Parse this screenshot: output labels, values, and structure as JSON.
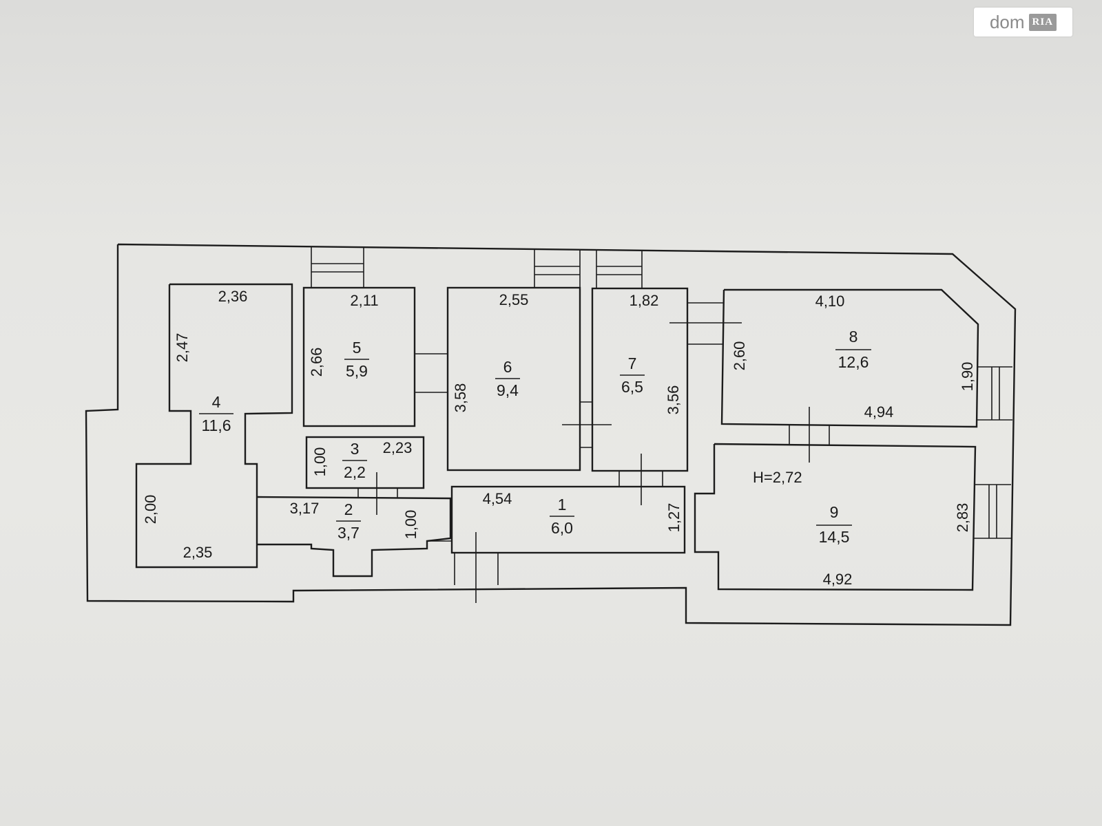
{
  "watermark": {
    "brand": "dom",
    "badge": "RIA"
  },
  "height_label": "H=2,72",
  "rooms": [
    {
      "id": "1",
      "number": "1",
      "area": "6,0"
    },
    {
      "id": "2",
      "number": "2",
      "area": "3,7"
    },
    {
      "id": "3",
      "number": "3",
      "area": "2,2"
    },
    {
      "id": "4",
      "number": "4",
      "area": "11,6"
    },
    {
      "id": "5",
      "number": "5",
      "area": "5,9"
    },
    {
      "id": "6",
      "number": "6",
      "area": "9,4"
    },
    {
      "id": "7",
      "number": "7",
      "area": "6,5"
    },
    {
      "id": "8",
      "number": "8",
      "area": "12,6"
    },
    {
      "id": "9",
      "number": "9",
      "area": "14,5"
    }
  ],
  "dimensions": [
    {
      "id": "r4-top",
      "text": "2,36",
      "vertical": false
    },
    {
      "id": "r4-side",
      "text": "2,47",
      "vertical": true
    },
    {
      "id": "r4-lower-side",
      "text": "2,00",
      "vertical": true
    },
    {
      "id": "r4-bottom",
      "text": "2,35",
      "vertical": false
    },
    {
      "id": "r5-top",
      "text": "2,11",
      "vertical": false
    },
    {
      "id": "r5-side",
      "text": "2,66",
      "vertical": true
    },
    {
      "id": "r6-top",
      "text": "2,55",
      "vertical": false
    },
    {
      "id": "r6-side",
      "text": "3,58",
      "vertical": true
    },
    {
      "id": "r7-top",
      "text": "1,82",
      "vertical": false
    },
    {
      "id": "r7-side",
      "text": "3,56",
      "vertical": true
    },
    {
      "id": "r8-top",
      "text": "4,10",
      "vertical": false
    },
    {
      "id": "r8-left",
      "text": "2,60",
      "vertical": true
    },
    {
      "id": "r8-right",
      "text": "1,90",
      "vertical": true
    },
    {
      "id": "r8-bottom",
      "text": "4,94",
      "vertical": false
    },
    {
      "id": "r3-side",
      "text": "1,00",
      "vertical": true
    },
    {
      "id": "r3-top",
      "text": "2,23",
      "vertical": false
    },
    {
      "id": "r2-width",
      "text": "3,17",
      "vertical": false
    },
    {
      "id": "r2-side",
      "text": "1,00",
      "vertical": true
    },
    {
      "id": "r1-top",
      "text": "4,54",
      "vertical": false
    },
    {
      "id": "r1-side",
      "text": "1,27",
      "vertical": true
    },
    {
      "id": "r9-side",
      "text": "2,83",
      "vertical": true
    },
    {
      "id": "r9-bottom",
      "text": "4,92",
      "vertical": false
    }
  ]
}
